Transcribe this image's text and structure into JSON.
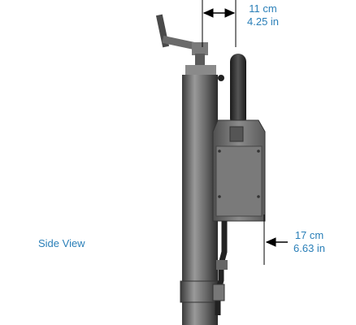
{
  "dimensions": {
    "top": {
      "metric": "11 cm",
      "imperial": "4.25 in"
    },
    "side": {
      "metric": "17 cm",
      "imperial": "6.63 in"
    }
  },
  "view_label": "Side View",
  "colors": {
    "label": "#2a7fb8",
    "line": "#000000"
  }
}
